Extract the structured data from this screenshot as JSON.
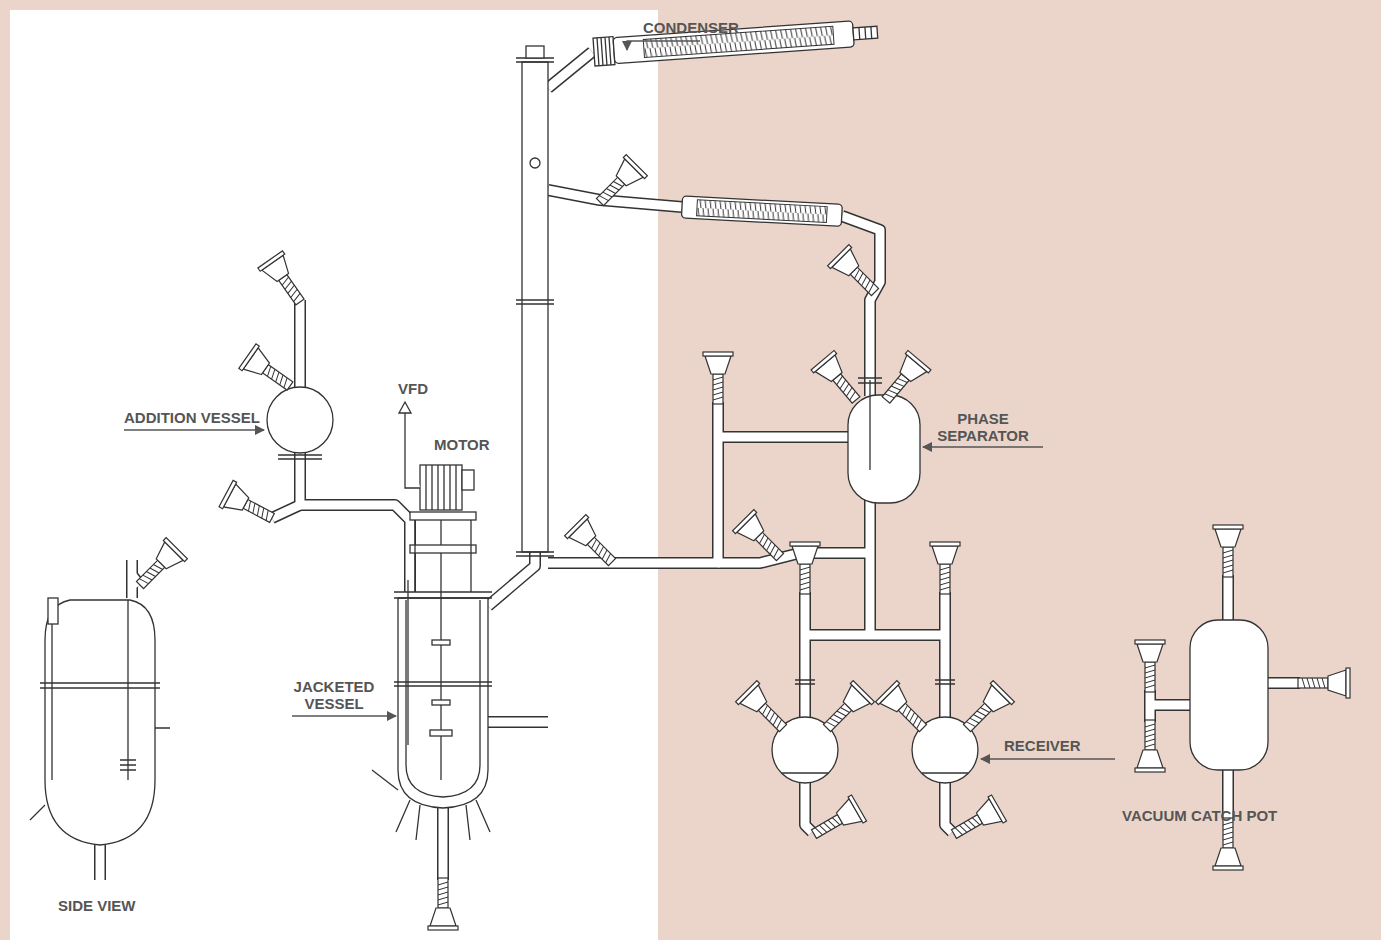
{
  "diagram": {
    "labels": [
      "CONDENSER",
      "ADDITION VESSEL",
      "VFD",
      "MOTOR",
      "PHASE SEPARATOR",
      "JACKETED VESSEL",
      "RECEIVER",
      "VACUUM CATCH POT",
      "SIDE VIEW"
    ]
  }
}
